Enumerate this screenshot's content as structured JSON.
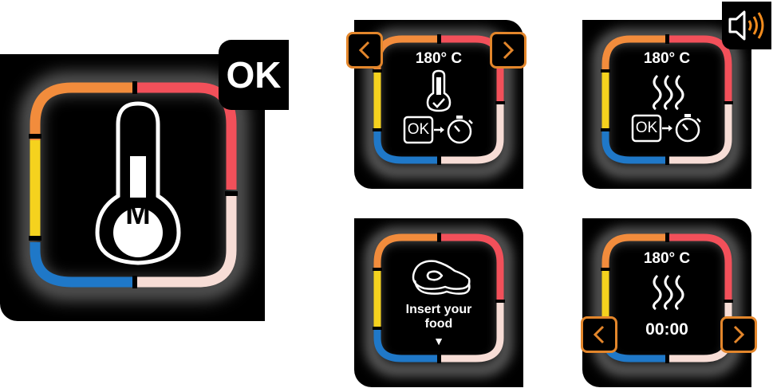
{
  "main_panel": {
    "ok_label": "OK",
    "mode_letter": "M"
  },
  "panel_preheat": {
    "temperature": "180° C",
    "ok_label": "OK"
  },
  "panel_sound": {
    "temperature": "180° C",
    "ok_label": "OK"
  },
  "panel_insert": {
    "message_line1": "Insert your",
    "message_line2": "food",
    "indicator": "▼"
  },
  "panel_timer": {
    "temperature": "180° C",
    "time": "00:00"
  },
  "colors": {
    "orange": "#f28c3c",
    "red": "#f2505a",
    "yellow": "#f5d21e",
    "blue": "#1f78c8",
    "pink": "#f7ddd6",
    "arrow_border": "#e3862b",
    "speaker_orange": "#f28c1e"
  }
}
